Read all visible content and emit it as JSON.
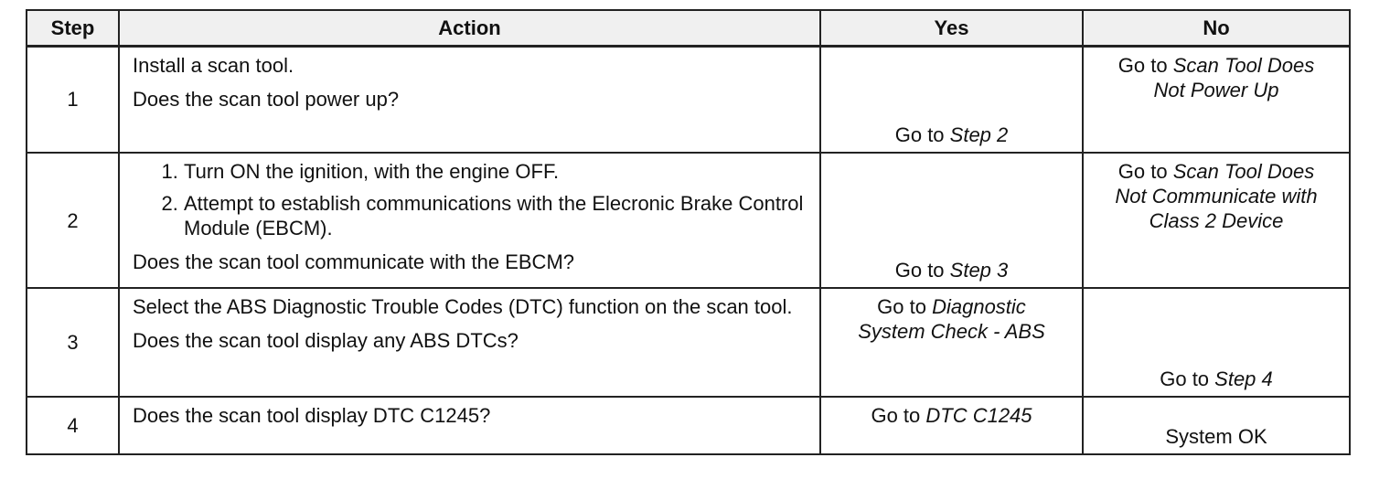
{
  "header": {
    "step": "Step",
    "action": "Action",
    "yes": "Yes",
    "no": "No"
  },
  "rows": [
    {
      "step": "1",
      "action_lines": [
        "Install a scan tool.",
        "Does the scan tool power up?"
      ],
      "yes_prefix": "Go to ",
      "yes_link": "Step 2",
      "no_prefix": "Go to ",
      "no_link_1": "Scan Tool Does",
      "no_link_2": "Not Power Up"
    },
    {
      "step": "2",
      "action_items": [
        "Turn ON the ignition, with the engine OFF.",
        "Attempt to establish communications with the Elecronic Brake Control Module (EBCM)."
      ],
      "action_question": "Does the scan tool communicate with the EBCM?",
      "yes_prefix": "Go to ",
      "yes_link": "Step 3",
      "no_prefix": "Go to ",
      "no_link_1": "Scan Tool Does",
      "no_link_2": "Not Communicate with",
      "no_link_3": "Class 2 Device"
    },
    {
      "step": "3",
      "action_lines": [
        "Select the ABS Diagnostic Trouble Codes (DTC) function on the scan tool.",
        "Does the scan tool display any ABS DTCs?"
      ],
      "yes_prefix": "Go to ",
      "yes_link_1": "Diagnostic",
      "yes_link_2": "System Check - ABS",
      "no_prefix": "Go to ",
      "no_link": "Step 4"
    },
    {
      "step": "4",
      "action_lines": [
        "Does the scan tool display DTC C1245?"
      ],
      "yes_prefix": "Go to ",
      "yes_link": "DTC C1245",
      "no_text": "System OK"
    }
  ]
}
